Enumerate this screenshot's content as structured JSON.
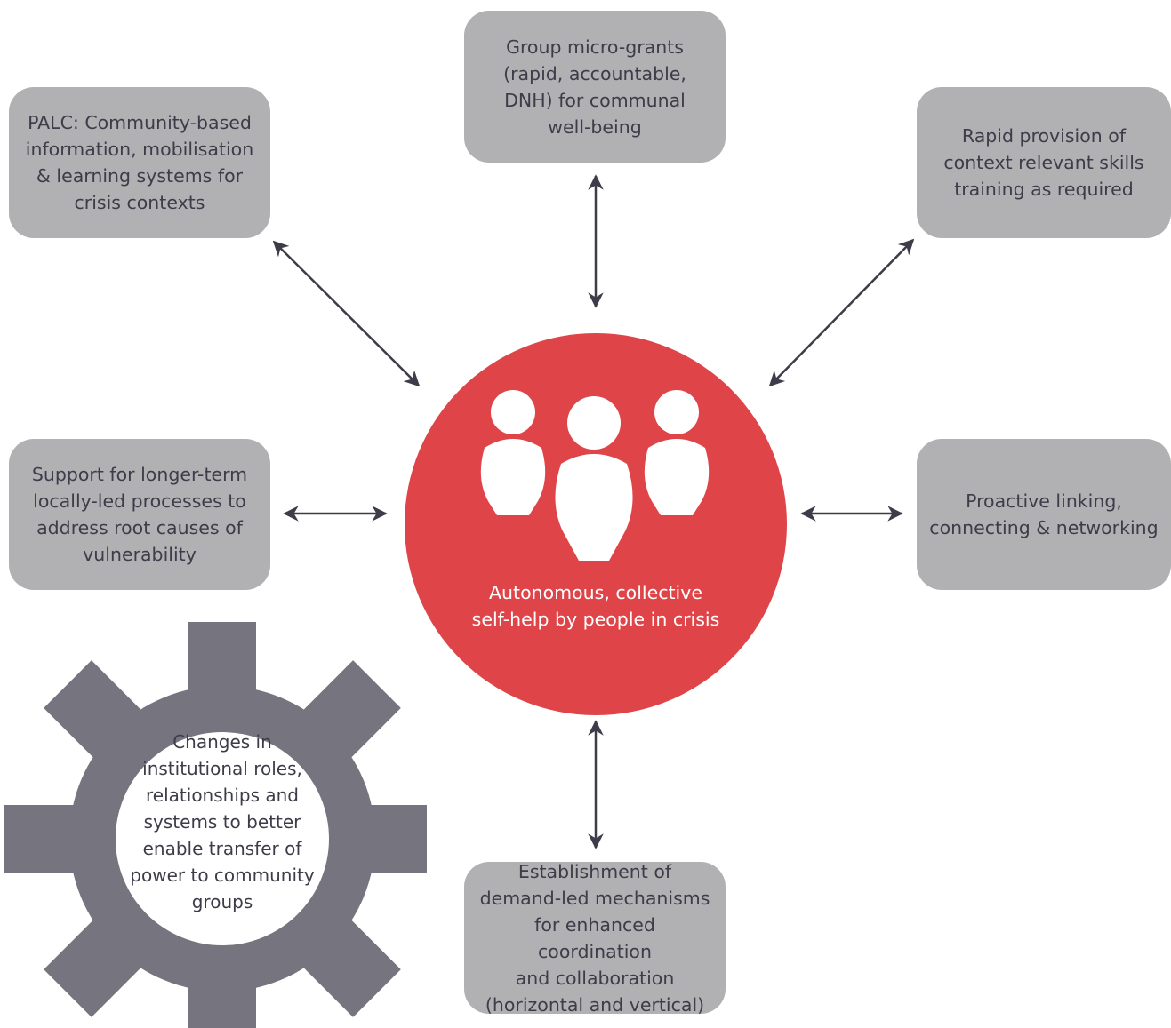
{
  "center": {
    "label": "Autonomous, collective\nself-help by people in crisis",
    "icon": "people-group-icon",
    "color": "#df4449"
  },
  "boxes": {
    "palc": "PALC:  Community-based\ninformation, mobilisation\n& learning systems for\ncrisis contexts",
    "micro_grants": "Group micro-grants\n(rapid, accountable,\nDNH) for communal\nwell-being",
    "skills_training": "Rapid provision of\ncontext relevant skills\ntraining as required",
    "longer_term": "Support for longer-term\nlocally-led processes to\naddress root causes of\nvulnerability",
    "linking": "Proactive linking,\nconnecting & networking",
    "mechanisms": "Establishment of\ndemand-led mechanisms\nfor enhanced coordination\nand collaboration\n(horizontal and vertical)"
  },
  "gear": {
    "label": "Changes in\ninstitutional roles,\nrelationships and\nsystems to better\nenable transfer of\npower to community\ngroups",
    "icon": "gear-icon",
    "color": "#76747e"
  },
  "colors": {
    "box": "#b1b0b3",
    "arrow": "#3d3c48",
    "text": "#3d3c48"
  }
}
